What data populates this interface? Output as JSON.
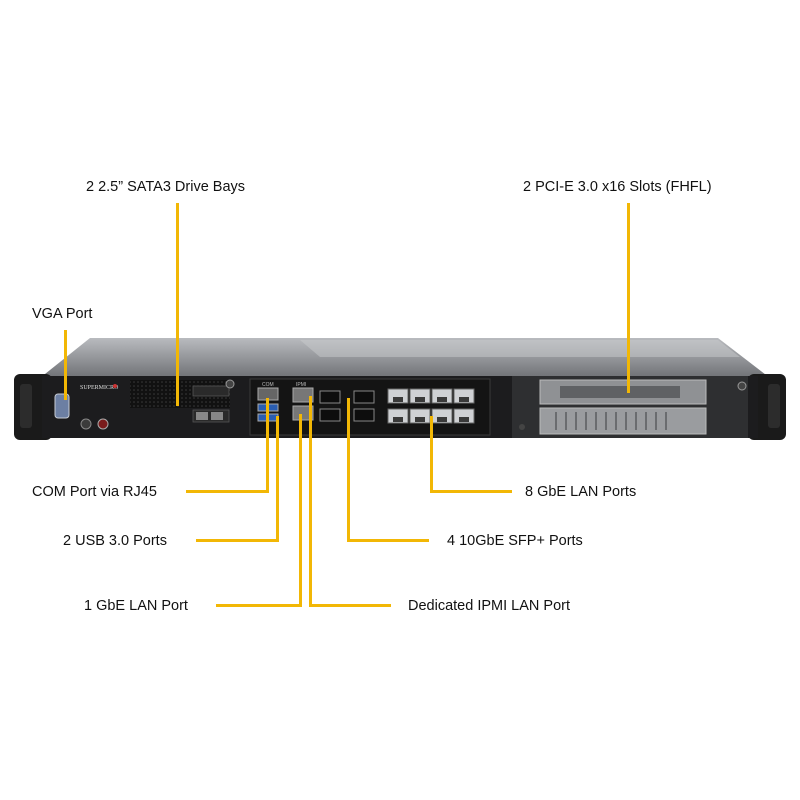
{
  "callouts": {
    "drive_bays": "2 2.5” SATA3 Drive Bays",
    "pcie_slots": "2 PCI-E 3.0 x16 Slots (FHFL)",
    "vga_port": "VGA Port",
    "com_port": "COM Port via RJ45",
    "usb_ports": "2 USB 3.0 Ports",
    "gbe_lan_port": "1 GbE LAN Port",
    "lan_8_ports": "8 GbE LAN Ports",
    "sfp_ports": "4 10GbE SFP+ Ports",
    "ipmi_port": "Dedicated IPMI LAN Port"
  },
  "chassis": {
    "brand_text": "SUPERMICRO",
    "com_label": "COM",
    "ipmi_label": "IPMI"
  },
  "colors": {
    "leader_line": "#f2b705",
    "chassis_front": "#1c1c1e",
    "chassis_top": "#8d8f93"
  }
}
